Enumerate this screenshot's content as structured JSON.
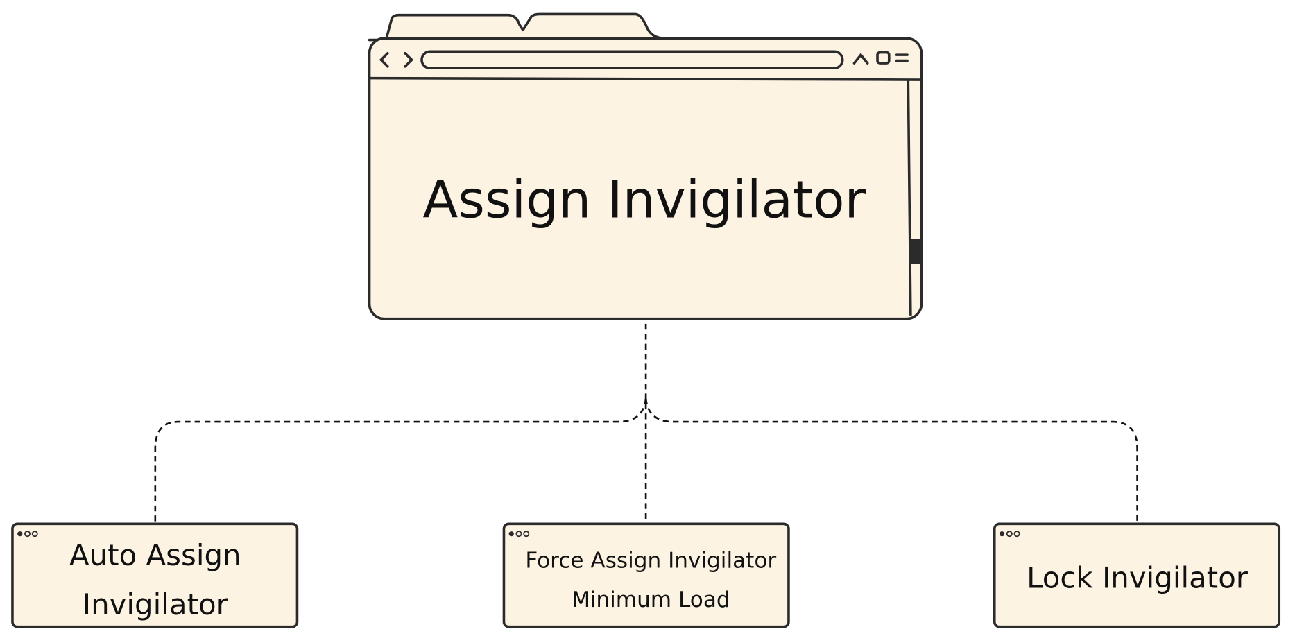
{
  "diagram": {
    "root": {
      "title": "Assign Invigilator"
    },
    "children": [
      {
        "lines": [
          "Auto Assign",
          "Invigilator"
        ]
      },
      {
        "lines": [
          "Force Assign Invigilator",
          "Minimum Load"
        ]
      },
      {
        "lines": [
          "Lock Invigilator"
        ]
      }
    ]
  },
  "colors": {
    "fill": "#fdf3e3",
    "stroke": "#2b2b2b",
    "connector": "#111111"
  }
}
